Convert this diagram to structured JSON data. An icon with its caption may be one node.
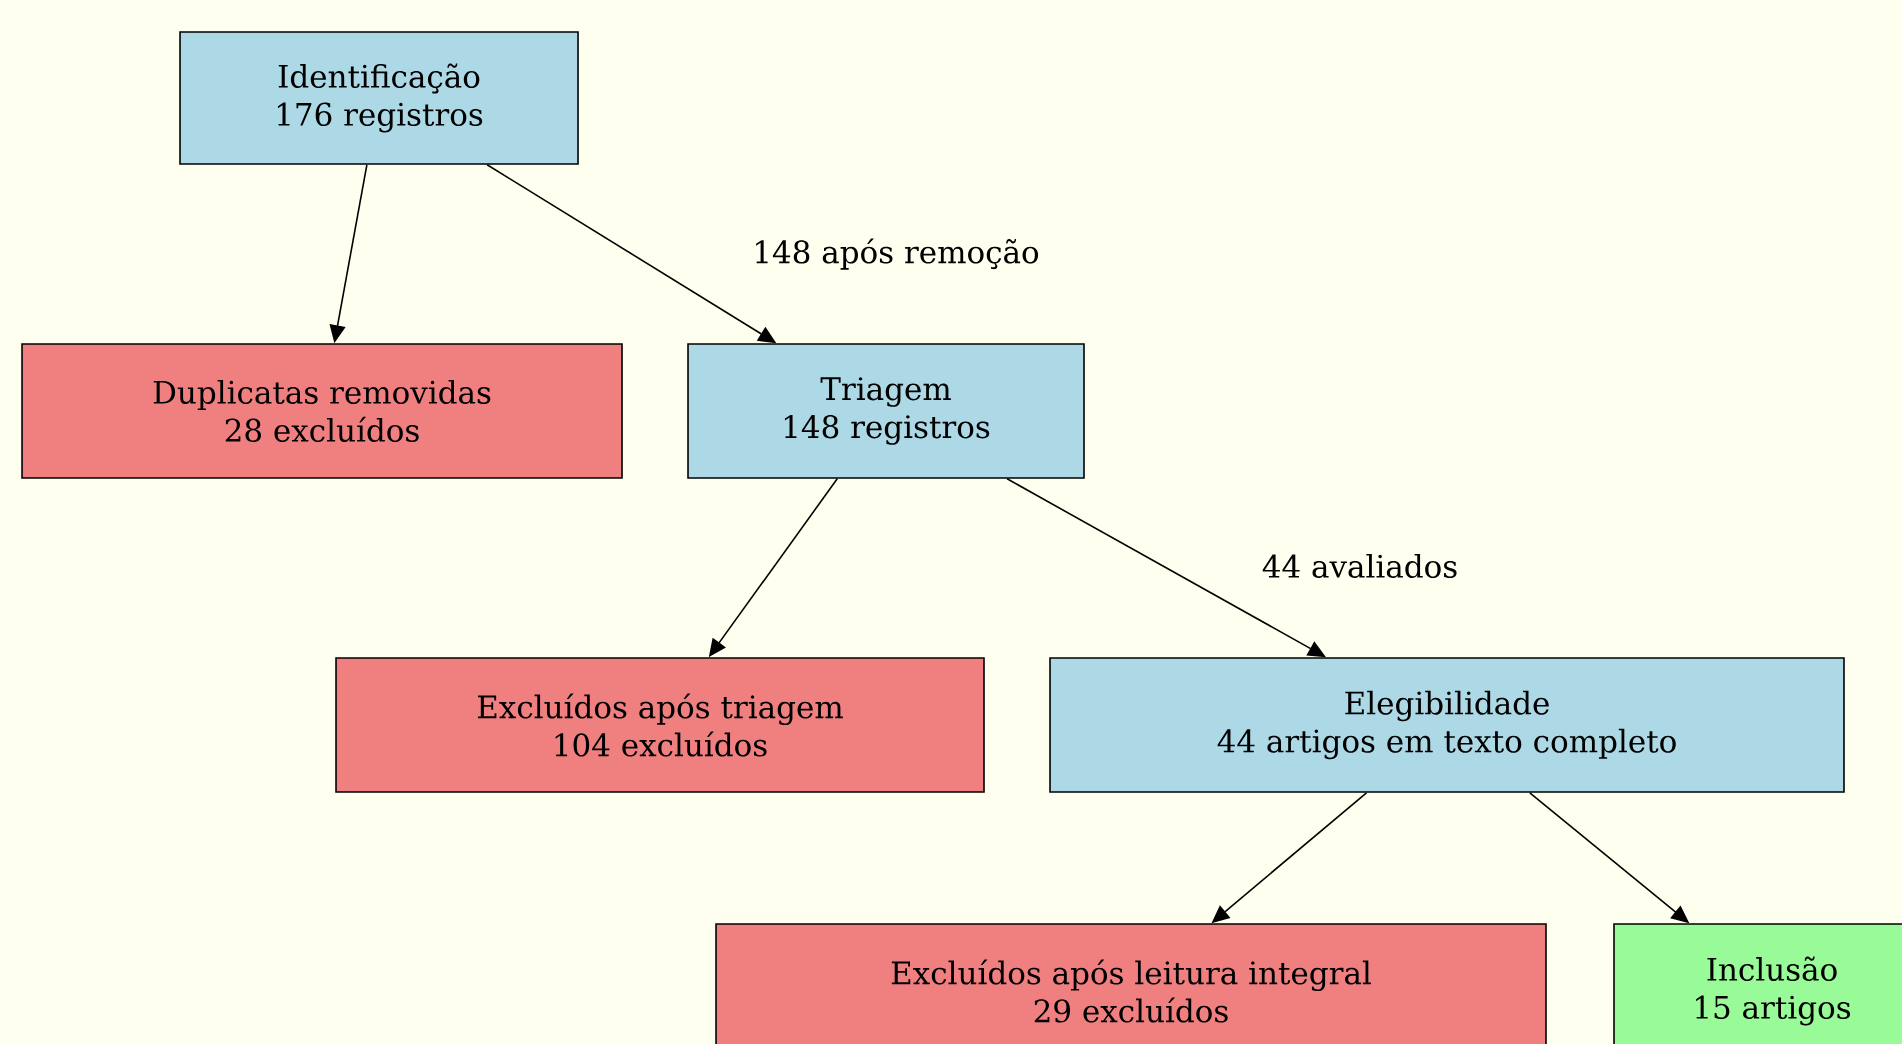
{
  "diagram": {
    "nodes": [
      {
        "text": [
          "Identificação",
          "176 registros"
        ]
      },
      {
        "text": [
          "Duplicatas removidas",
          "28 excluídos"
        ]
      },
      {
        "text": [
          "Triagem",
          "148 registros"
        ]
      },
      {
        "text": [
          "Excluídos após triagem",
          "104 excluídos"
        ]
      },
      {
        "text": [
          "Elegibilidade",
          "44 artigos em texto completo"
        ]
      },
      {
        "text": [
          "Excluídos após leitura integral",
          "29 excluídos"
        ]
      },
      {
        "text": [
          "Inclusão",
          "15 artigos"
        ]
      }
    ],
    "edges": [
      {
        "from": 0,
        "to": 1,
        "arrow": "to"
      },
      {
        "from": 0,
        "to": 2,
        "arrow": "to",
        "label": "148 após remoção"
      },
      {
        "from": 2,
        "to": 3,
        "arrow": "to"
      },
      {
        "from": 2,
        "to": 4,
        "arrow": "to",
        "label": "44 avaliados"
      },
      {
        "from": 4,
        "to": 5,
        "arrow": "to"
      },
      {
        "from": 4,
        "to": 6,
        "arrow": "to"
      }
    ]
  }
}
